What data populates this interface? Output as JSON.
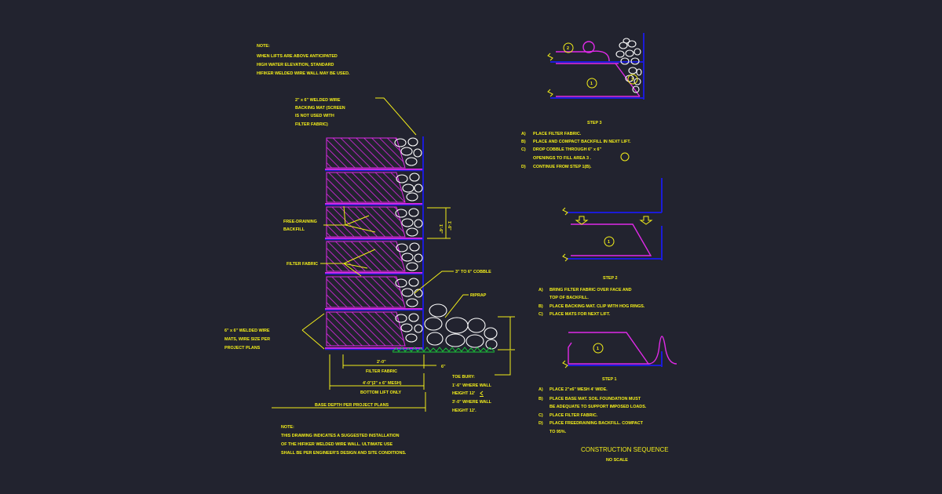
{
  "colors": {
    "background": "#22232f",
    "text": "#f3ee1a",
    "fabric": "#e02ae8",
    "wire_mesh": "#1b1bd8",
    "cobble": "#ffffff",
    "grass": "#19c63a"
  },
  "notes": {
    "top_note": [
      "NOTE:",
      "WHEN LIFTS ARE ABOVE ANTICIPATED",
      "HIGH WATER ELEVATION, STANDARD",
      "HIFIKER WELDED WIRE WALL MAY BE USED."
    ],
    "bottom_note": [
      "NOTE:",
      "THIS DRAWING INDICATES A SUGGESTED INSTALLATION",
      "OF THE HIFIKER WELDED WIRE WALL.  ULTIMATE USE",
      "SHALL BE PER ENGINEER'S DESIGN AND SITE CONDITIONS."
    ]
  },
  "section_labels": {
    "backing_mat": [
      "2\" x 6\" WELDED WIRE",
      "BACKING MAT (SCREEN",
      "IS NOT USED WITH",
      "FILTER FABRIC)"
    ],
    "free_draining": [
      "FREE-DRAINING",
      "BACKFILL"
    ],
    "filter_fabric": "FILTER FABRIC",
    "cobble": "3\" TO 6\" COBBLE",
    "riprap": "RIPRAP",
    "welded_wire_mats": [
      "6\" x 6\" WELDED WIRE",
      "MATS, WIRE SIZE PER",
      "PROJECT PLANS"
    ],
    "toe_bury": [
      "TOE BURY:",
      "1'-6\" WHERE WALL",
      "HEIGHT  12'",
      "3'-0\" WHERE WALL",
      "HEIGHT  12'."
    ],
    "lift_dim_a": "1'-6\"",
    "lift_dim_b": "1'-6\"",
    "dim_2ft": "2'-0\"",
    "dim_6in": "6\"",
    "filter_fabric_dim": "FILTER FABRIC",
    "mesh_width": "4'-0\"(2\" x 6\" MESH)",
    "bottom_lift": "BOTTOM LIFT ONLY",
    "base_depth": "BASE DEPTH PER PROJECT PLANS"
  },
  "step3": {
    "title": "STEP 3",
    "items": [
      "A)",
      "PLACE FILTER FABRIC.",
      "B)",
      "PLACE AND COMPACT BACKFILL IN NEXT LIFT.",
      "C)",
      "DROP COBBLE THROUGH 6\" x 6\"",
      "OPENINGS TO FILL AREA  3 .",
      "D)",
      "CONTINUE FROM STEP 1(B)."
    ],
    "callouts": [
      "2",
      "1",
      "3"
    ]
  },
  "step2": {
    "title": "STEP 2",
    "items": [
      "A)",
      "BRING FILTER FABRIC OVER FACE AND",
      "TOP OF BACKFILL.",
      "B)",
      "PLACE BACKING MAT. CLIP WITH HOG RINGS.",
      "C)",
      "PLACE MATS FOR NEXT LIFT."
    ],
    "callouts": [
      "1"
    ]
  },
  "step1": {
    "title": "STEP 1",
    "items": [
      "A)",
      "PLACE 2\"x6\" MESH 4' WIDE.",
      "B)",
      "PLACE BASE MAT. SOIL FOUNDATION MUST",
      "BE ADEQUATE TO SUPPORT IMPOSED LOADS.",
      "C)",
      "PLACE FILTER FABRIC.",
      "D)",
      "PLACE FREEDRAINING BACKFILL. COMPACT",
      "TO 95%."
    ],
    "callouts": [
      "1"
    ]
  },
  "sequence": {
    "title": "CONSTRUCTION SEQUENCE",
    "subtitle": "NO SCALE"
  }
}
